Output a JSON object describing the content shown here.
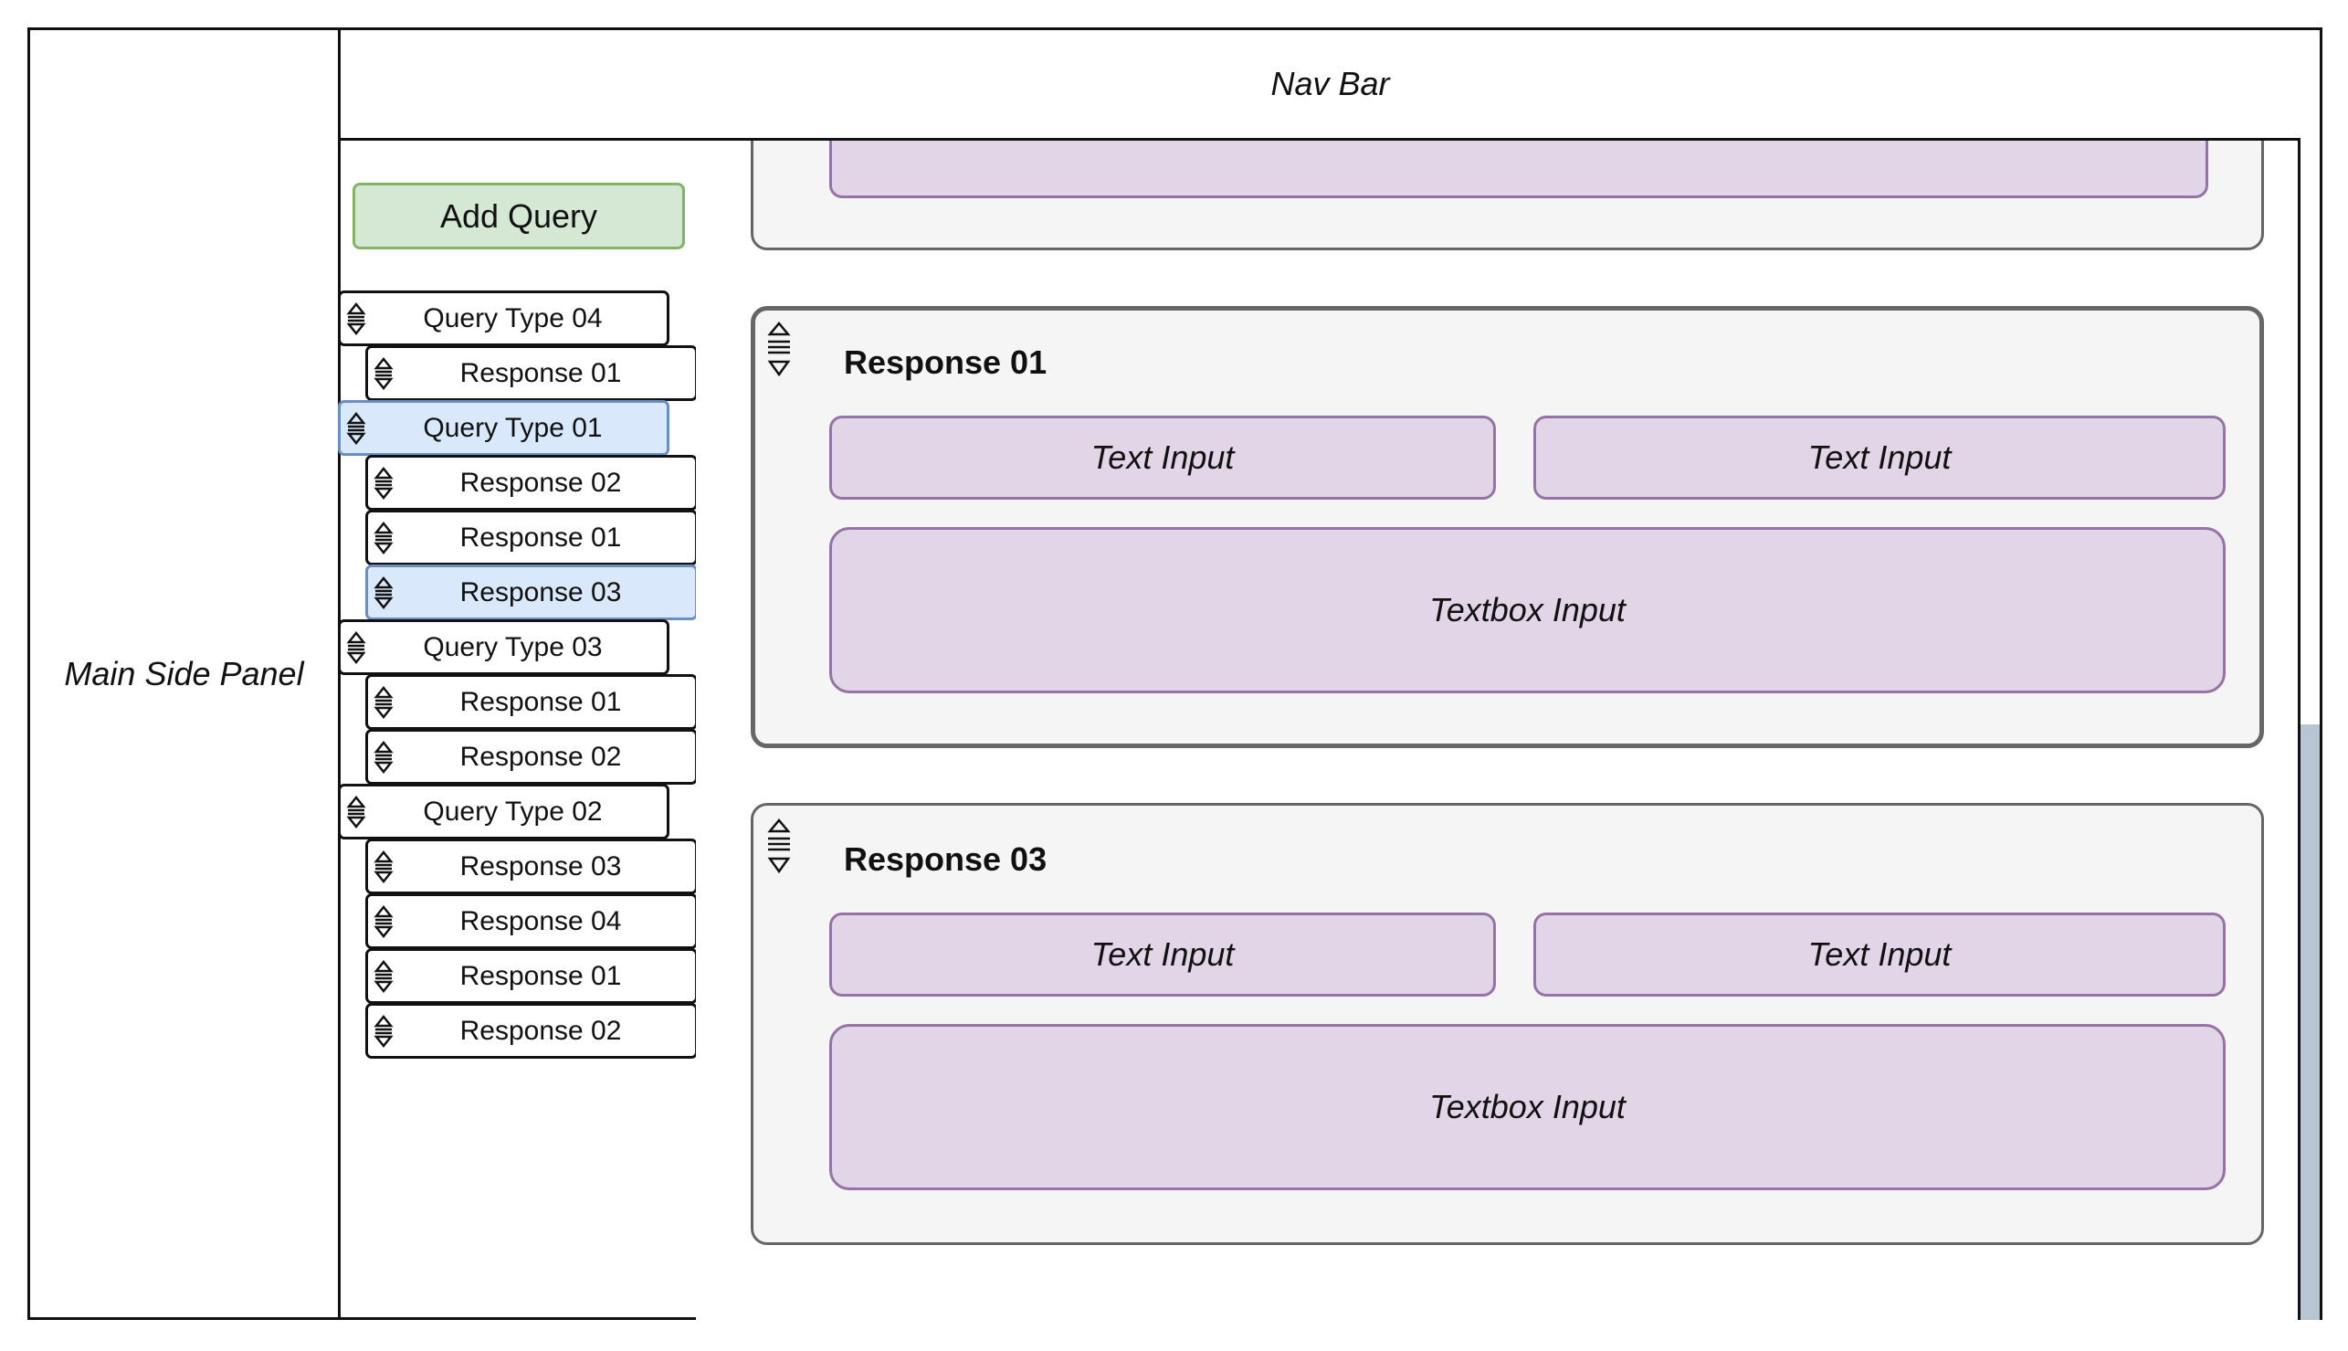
{
  "side_panel": {
    "label": "Main Side Panel"
  },
  "nav_bar": {
    "label": "Nav Bar"
  },
  "query_panel": {
    "add_button": "Add Query",
    "groups": [
      {
        "query": "Query Type 04",
        "responses": [
          "Response 01"
        ]
      },
      {
        "query": "Query Type 01",
        "selected": true,
        "responses": [
          "Response 02",
          "Response 01",
          "Response 03"
        ],
        "selected_response": "Response 03"
      },
      {
        "query": "Query Type 03",
        "responses": [
          "Response 01",
          "Response 02"
        ]
      },
      {
        "query": "Query Type 02",
        "responses": [
          "Response 03",
          "Response 04",
          "Response 01",
          "Response 02"
        ]
      }
    ]
  },
  "content": {
    "cards": [
      {
        "title": "Response 01",
        "text_input_1": "Text Input",
        "text_input_2": "Text Input",
        "textbox": "Textbox Input"
      },
      {
        "title": "Response 03",
        "text_input_1": "Text Input",
        "text_input_2": "Text Input",
        "textbox": "Textbox Input"
      }
    ]
  },
  "colors": {
    "add_button_bg": "#d5e8d4",
    "add_button_border": "#82b366",
    "selected_bg": "#dae8fc",
    "selected_border": "#6c8ebf",
    "field_bg": "#e1d5e7",
    "field_border": "#9673a6",
    "card_bg": "#f5f5f5",
    "scrollbar_thumb": "#b8c6d4"
  },
  "icons": {
    "tree_item": "drag-reorder-icon",
    "card": "drag-handle-icon"
  }
}
